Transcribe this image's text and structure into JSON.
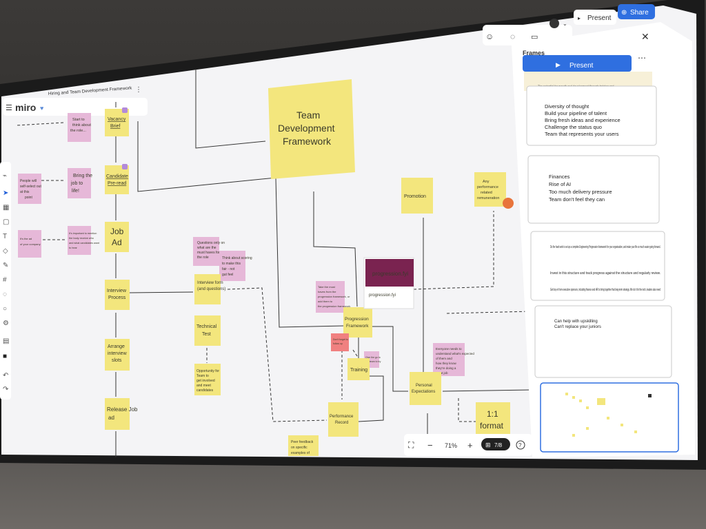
{
  "app": {
    "logo": "miro",
    "board_title": "Hiring and Team Development Framework",
    "board_icon": "heart-icon"
  },
  "topbar": {
    "present_label": "Present",
    "share_label": "Share"
  },
  "frames_panel": {
    "title": "Frames",
    "present_label": "Present",
    "thumb1_caption": "The potential for growth and development through training and",
    "frame1_bullets": [
      "Diversity of thought",
      "Build your pipeline of talent",
      "Bring fresh ideas and experience",
      "Challenge the status quo",
      "Team that represents your users"
    ],
    "frame2_bullets": [
      "Finances",
      "Rise of AI",
      "Too much delivery pressure",
      "Team don't feel they can"
    ],
    "frame3_bullets": [
      "Do the hard work to set up a complete Engineering Progression framework for your organisation, and make your life so much easier going forward.",
      "Invest in this structure and track progress against the structure and regularly review.",
      "Get buy-in from executive sponsors, including finance and HR to bring together that long-term strategy. We do it for the tech, leaders also need"
    ],
    "frame4_bullets": [
      "Can help with upskilling",
      "Can't replace your juniors"
    ]
  },
  "notes": {
    "team_dev": "Team Development Framework",
    "vacancy": "Vacancy Brief",
    "candidate": "Candidate Pre-read",
    "job_ad": "Job Ad",
    "interview": "Interview Process",
    "arrange": "Arrange interview slots",
    "release": "Release Job ad",
    "start_think": "Start to think about the role...",
    "bring_job": "Bring the job to life!",
    "people_self": "People will self-select out at this point",
    "important_mention": "It's important to mention the body receive who and what candidates want to hear",
    "its_the_ad": "It's the ad of your company",
    "questions_only": "Questions only on what are the must haves for the role",
    "think_scoring": "Think about scoring to make this fair - not gut feel",
    "interview_form": "Interview form (and questions)",
    "technical_test": "Technical Test",
    "opportunity": "Opportunity for Team to get involved and meet candidates",
    "take_must": "Take the must haves from the progression framework, or add them to the progression framework",
    "progression_fw": "Progression Framework",
    "progression_link": "progression.fyi",
    "progression_logo": "progression.fyi",
    "promotion": "Promotion",
    "any_perf": "Any performance related remuneration",
    "training": "Training",
    "perf_record": "Performance Record",
    "personal_exp": "Personal Expectations",
    "everyone_needs": "Everyone needs to understand what's expected of them and how they know they're doing a great job",
    "one_one": "1:1 format",
    "peer_feedback": "Peer feedback on specific examples of",
    "small_red": "Don't forget to follow up",
    "small_pink": "Give the go to the team to try"
  },
  "zoom": {
    "level": "71%",
    "minus": "−",
    "plus": "+",
    "frame_counter": "7/8",
    "help": "?"
  }
}
